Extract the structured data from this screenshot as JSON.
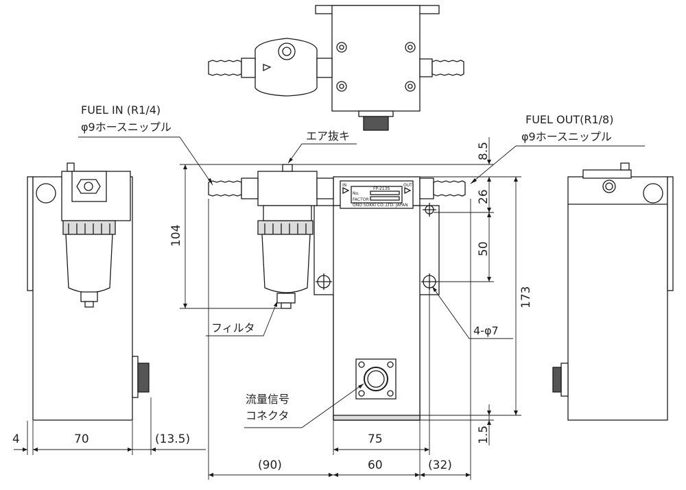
{
  "labels": {
    "fuel_in_1": "FUEL IN (R1/4)",
    "fuel_in_2": "φ9ホースニップル",
    "fuel_out_1": "FUEL OUT(R1/8)",
    "fuel_out_2": "φ9ホースニップル",
    "air_vent": "エア抜キ",
    "filter": "フィルタ",
    "holes": "4-φ7",
    "connector_1": "流量信号",
    "connector_2": "コネクタ"
  },
  "dimensions": {
    "d_4": "4",
    "d_70": "70",
    "d_13_5": "(13.5)",
    "d_75": "75",
    "d_90": "(90)",
    "d_60": "60",
    "d_32": "(32)",
    "d_104": "104",
    "d_8_5": "8.5",
    "d_26": "26",
    "d_50": "50",
    "d_173": "173",
    "d_1_5": "1.5"
  },
  "nameplate": {
    "in": "IN",
    "out": "OUT",
    "model": "FP-213S",
    "no": "No.",
    "factor": "FACTOR",
    "maker": "ONO SOKKI CO.,LTD. JAPAN"
  }
}
